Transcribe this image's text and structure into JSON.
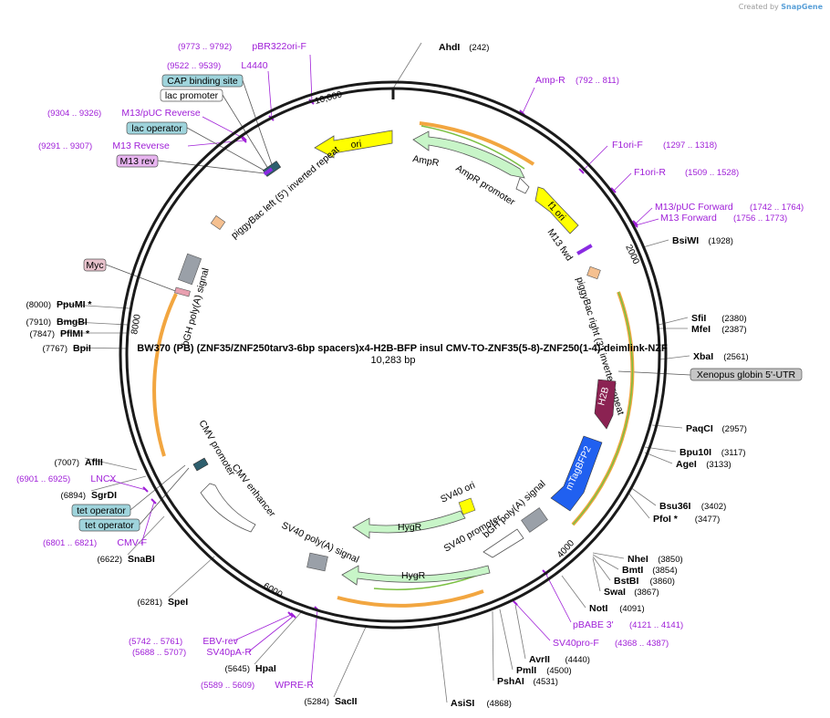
{
  "credit": {
    "prefix": "Created by",
    "brand": "SnapGene"
  },
  "title": "BW370 (PB) (ZNF35/ZNF250tarv3-6bp spacers)x4-H2B-BFP insul CMV-TO-ZNF35(5-8)-ZNF250(1-4)-deimlink-NZF",
  "size_label": "10,283 bp",
  "ring_ticks": [
    "10,000",
    "2000",
    "4000",
    "6000",
    "8000"
  ],
  "enzymes": [
    {
      "name": "AhdI",
      "pos": "(242)"
    },
    {
      "name": "BsiWI",
      "pos": "(1928)"
    },
    {
      "name": "SfiI",
      "pos": "(2380)"
    },
    {
      "name": "MfeI",
      "pos": "(2387)"
    },
    {
      "name": "XbaI",
      "pos": "(2561)"
    },
    {
      "name": "PaqCI",
      "pos": "(2957)"
    },
    {
      "name": "Bpu10I",
      "pos": "(3117)"
    },
    {
      "name": "AgeI",
      "pos": "(3133)"
    },
    {
      "name": "Bsu36I",
      "pos": "(3402)"
    },
    {
      "name": "PfoI *",
      "pos": "(3477)"
    },
    {
      "name": "NheI",
      "pos": "(3850)"
    },
    {
      "name": "BmtI",
      "pos": "(3854)"
    },
    {
      "name": "BstBI",
      "pos": "(3860)"
    },
    {
      "name": "SwaI",
      "pos": "(3867)"
    },
    {
      "name": "NotI",
      "pos": "(4091)"
    },
    {
      "name": "AvrII",
      "pos": "(4440)"
    },
    {
      "name": "PmlI",
      "pos": "(4500)"
    },
    {
      "name": "PshAI",
      "pos": "(4531)"
    },
    {
      "name": "AsiSI",
      "pos": "(4868)"
    },
    {
      "name": "SacII",
      "pos": "(5284)"
    },
    {
      "name": "HpaI",
      "pos": "(5645)"
    },
    {
      "name": "SpeI",
      "pos": "(6281)"
    },
    {
      "name": "SnaBI",
      "pos": "(6622)"
    },
    {
      "name": "SgrDI",
      "pos": "(6894)"
    },
    {
      "name": "AflII",
      "pos": "(7007)"
    },
    {
      "name": "BpiI",
      "pos": "(7767)"
    },
    {
      "name": "PflMI *",
      "pos": "(7847)"
    },
    {
      "name": "BmgBI",
      "pos": "(7910)"
    },
    {
      "name": "PpuMI *",
      "pos": "(8000)"
    }
  ],
  "primers": [
    {
      "name": "pBR322ori-F",
      "range": "(9773 .. 9792)"
    },
    {
      "name": "L4440",
      "range": "(9522 .. 9539)"
    },
    {
      "name": "M13/pUC Reverse",
      "range": "(9304 .. 9326)"
    },
    {
      "name": "M13 Reverse",
      "range": "(9291 .. 9307)"
    },
    {
      "name": "Amp-R",
      "range": "(792 .. 811)"
    },
    {
      "name": "F1ori-F",
      "range": "(1297 .. 1318)"
    },
    {
      "name": "F1ori-R",
      "range": "(1509 .. 1528)"
    },
    {
      "name": "M13/pUC Forward",
      "range": "(1742 .. 1764)"
    },
    {
      "name": "M13 Forward",
      "range": "(1756 .. 1773)"
    },
    {
      "name": "pBABE 3'",
      "range": "(4121 .. 4141)"
    },
    {
      "name": "SV40pro-F",
      "range": "(4368 .. 4387)"
    },
    {
      "name": "EBV-rev",
      "range": "(5742 .. 5761)"
    },
    {
      "name": "SV40pA-R",
      "range": "(5688 .. 5707)"
    },
    {
      "name": "WPRE-R",
      "range": "(5589 .. 5609)"
    },
    {
      "name": "LNCX",
      "range": "(6901 .. 6925)"
    },
    {
      "name": "CMV-F",
      "range": "(6801 .. 6821)"
    }
  ],
  "boxed_labels": [
    {
      "text": "CAP binding site",
      "color": "#9fd4dc"
    },
    {
      "text": "lac promoter",
      "color": "#ffffff"
    },
    {
      "text": "lac operator",
      "color": "#9fd4dc"
    },
    {
      "text": "M13 rev",
      "color": "#e8b4f0"
    },
    {
      "text": "Myc",
      "color": "#e8c2cc"
    },
    {
      "text": "tet operator",
      "color": "#9fd4dc"
    },
    {
      "text": "tet operator",
      "color": "#9fd4dc"
    },
    {
      "text": "Xenopus globin 5'-UTR",
      "color": "#c6c6c6"
    }
  ],
  "features": {
    "ori": "ori",
    "ampr": "AmpR",
    "ampr_promoter": "AmpR promoter",
    "f1_ori": "f1 ori",
    "m13_fwd": "M13 fwd",
    "pb_right": "piggyBac right (3') inverted repeat",
    "pb_left": "piggyBac left (5') inverted repeat",
    "h2b": "H2B",
    "mtagbfp2": "mTagBFP2",
    "bgh_polya_inner": "bGH poly(A) signal",
    "bgh_polya_left": "bGH poly(A) signal",
    "sv40_promoter": "SV40 promoter",
    "sv40_ori": "SV40 ori",
    "hygr_1": "HygR",
    "hygr_2": "HygR",
    "sv40_polya": "SV40 poly(A) signal",
    "cmv_promoter": "CMV promoter",
    "cmv_enhancer": "CMV enhancer"
  },
  "colors": {
    "backbone": "#1a1a1a",
    "enzyme_line": "#7a7a7a",
    "primer": "#a020d8",
    "ori_yellow": "#ffff00",
    "ampr_green": "#c8f5c8",
    "h2b": "#8b2252",
    "bfp": "#2060f0",
    "orf_orange": "#f2a640",
    "orf_green": "#7bc043"
  }
}
